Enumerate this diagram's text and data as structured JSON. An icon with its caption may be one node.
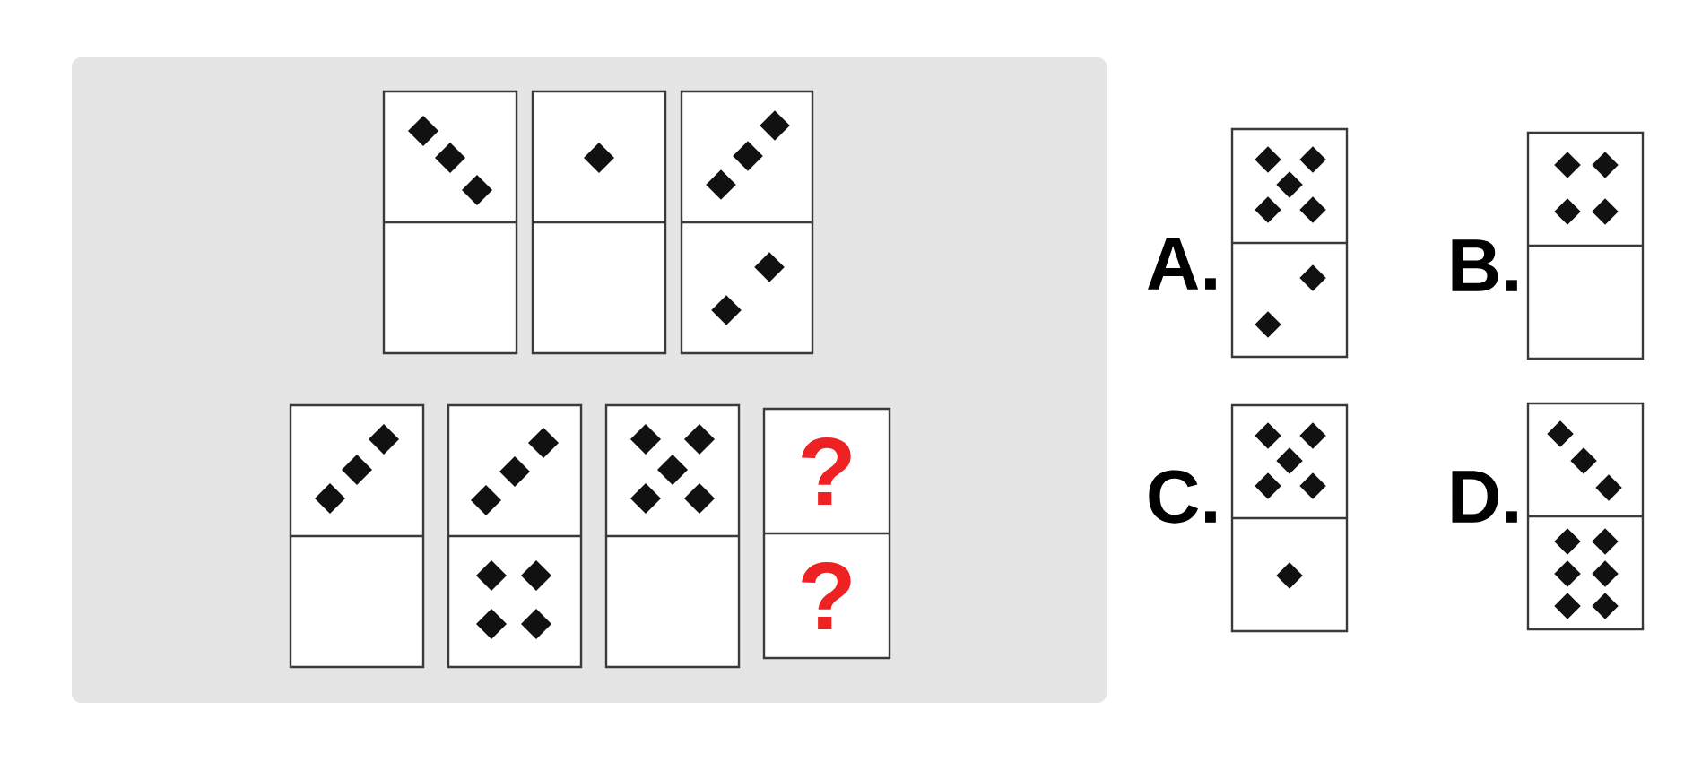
{
  "diagram": {
    "nodes": [
      {
        "text": [],
        "shape": "box"
      },
      {
        "text": [],
        "shape": "box",
        "in": 0
      },
      {
        "text": [],
        "shape": "box",
        "in": 0
      },
      {
        "text": [],
        "shape": "box",
        "in": 0
      },
      {
        "text": [],
        "shape": "box",
        "in": 0
      },
      {
        "text": [],
        "shape": "box",
        "in": 0
      },
      {
        "text": [],
        "shape": "box",
        "in": 0
      },
      {
        "text": [
          "?",
          "?"
        ],
        "in": 0
      },
      {
        "text": [],
        "shape": "box",
        "beside": [
          "A."
        ]
      },
      {
        "text": [],
        "shape": "box",
        "beside": [
          "B."
        ]
      },
      {
        "text": [],
        "shape": "box",
        "beside": [
          "C."
        ]
      },
      {
        "text": [],
        "shape": "box",
        "beside": [
          "D."
        ]
      }
    ]
  }
}
